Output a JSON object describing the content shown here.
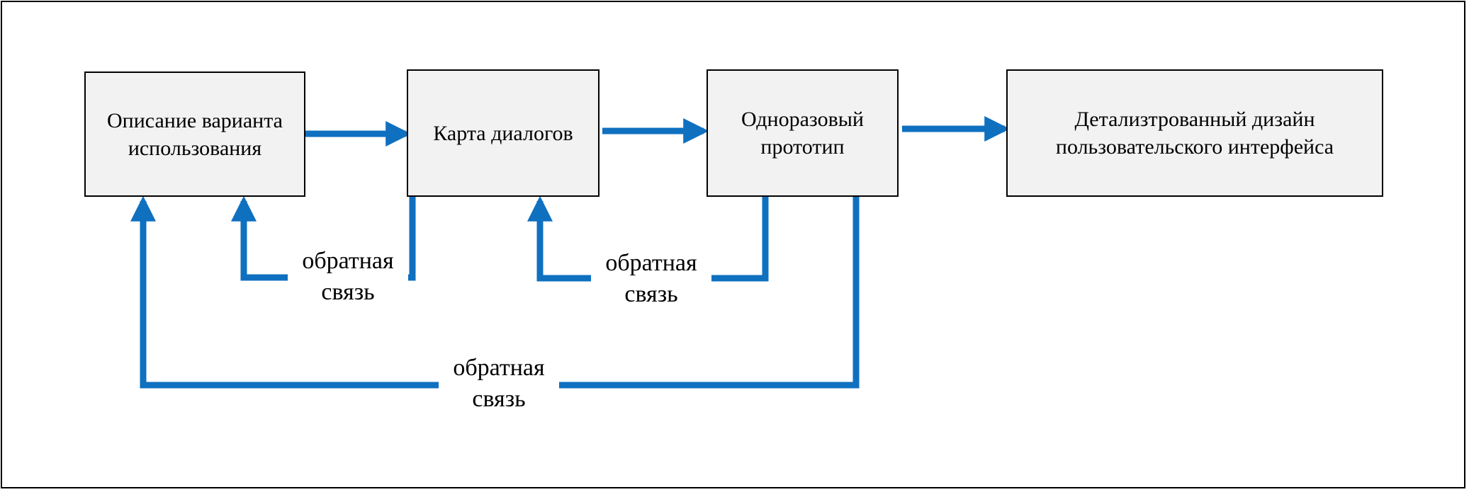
{
  "colors": {
    "arrow": "#0f70c0",
    "box_fill": "#f2f2f2",
    "box_border": "#000000"
  },
  "boxes": {
    "use_case": {
      "label": "Описание варианта\nиспользования"
    },
    "dialog_map": {
      "label": "Карта диалогов"
    },
    "prototype": {
      "label": "Одноразовый\nпрототип"
    },
    "detailed_design": {
      "label": "Детализтрованный дизайн\nпользовательского интерфейса"
    }
  },
  "feedback": {
    "map_to_use_case": "обратная\nсвязь",
    "prototype_to_map": "обратная\nсвязь",
    "prototype_to_use_case": "обратная\nсвязь"
  }
}
